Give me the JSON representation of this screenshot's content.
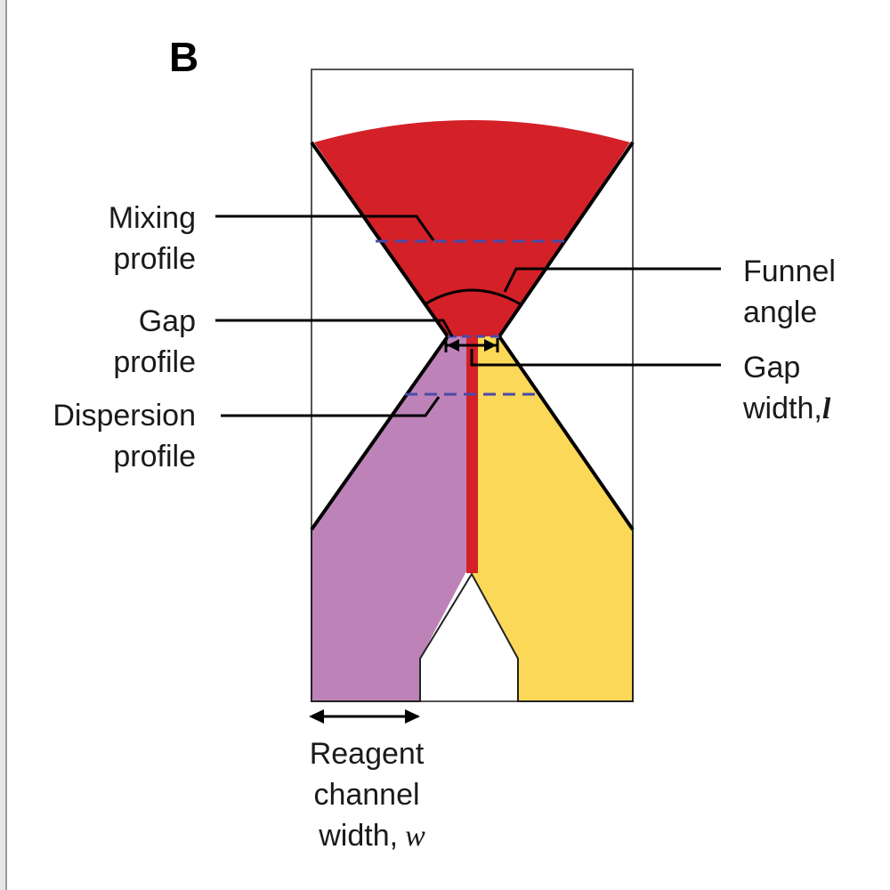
{
  "panel_label": "B",
  "colors": {
    "mixing_fluid": "#d42027",
    "reagent_left": "#bd83b8",
    "reagent_right": "#fbd857",
    "profile_dash": "#4a4aa8",
    "outline": "#000000",
    "chip_border": "#555555"
  },
  "labels": {
    "mixing_profile": [
      "Mixing",
      "profile"
    ],
    "gap_profile": [
      "Gap",
      "profile"
    ],
    "dispersion_profile": [
      "Dispersion",
      "profile"
    ],
    "funnel_angle": [
      "Funnel",
      "angle"
    ],
    "gap_width": [
      "Gap",
      "width,",
      "l"
    ],
    "reagent_channel_width": [
      "Reagent",
      "channel",
      "width,",
      "w"
    ]
  }
}
